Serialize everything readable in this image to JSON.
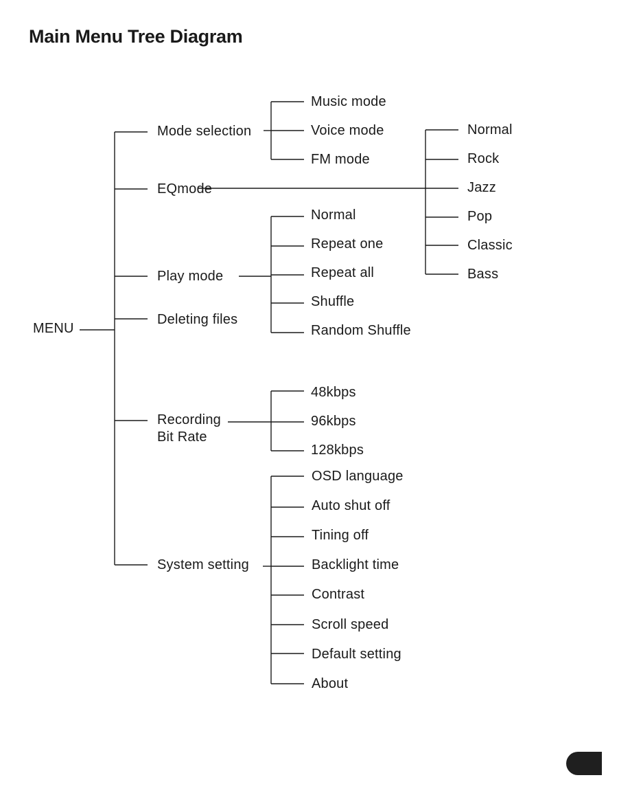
{
  "title": "Main Menu Tree Diagram",
  "root": "MENU",
  "menu": {
    "mode_selection": {
      "label": "Mode selection",
      "items": [
        "Music mode",
        "Voice mode",
        "FM mode"
      ]
    },
    "eq_mode": {
      "label": "EQmode",
      "items": [
        "Normal",
        "Rock",
        "Jazz",
        "Pop",
        "Classic",
        "Bass"
      ]
    },
    "play_mode": {
      "label": "Play mode",
      "items": [
        "Normal",
        "Repeat one",
        "Repeat all",
        "Shuffle",
        "Random Shuffle"
      ]
    },
    "deleting_files": {
      "label": "Deleting files"
    },
    "recording_bit_rate": {
      "label_line1": "Recording",
      "label_line2": "Bit Rate",
      "items": [
        "48kbps",
        "96kbps",
        "128kbps"
      ]
    },
    "system_setting": {
      "label": "System setting",
      "items": [
        "OSD language",
        "Auto shut off",
        "Tining off",
        "Backlight time",
        "Contrast",
        "Scroll speed",
        "Default setting",
        "About"
      ]
    }
  },
  "colors": {
    "ink": "#1a1a1a",
    "page_tab": "#1f1f1f"
  }
}
